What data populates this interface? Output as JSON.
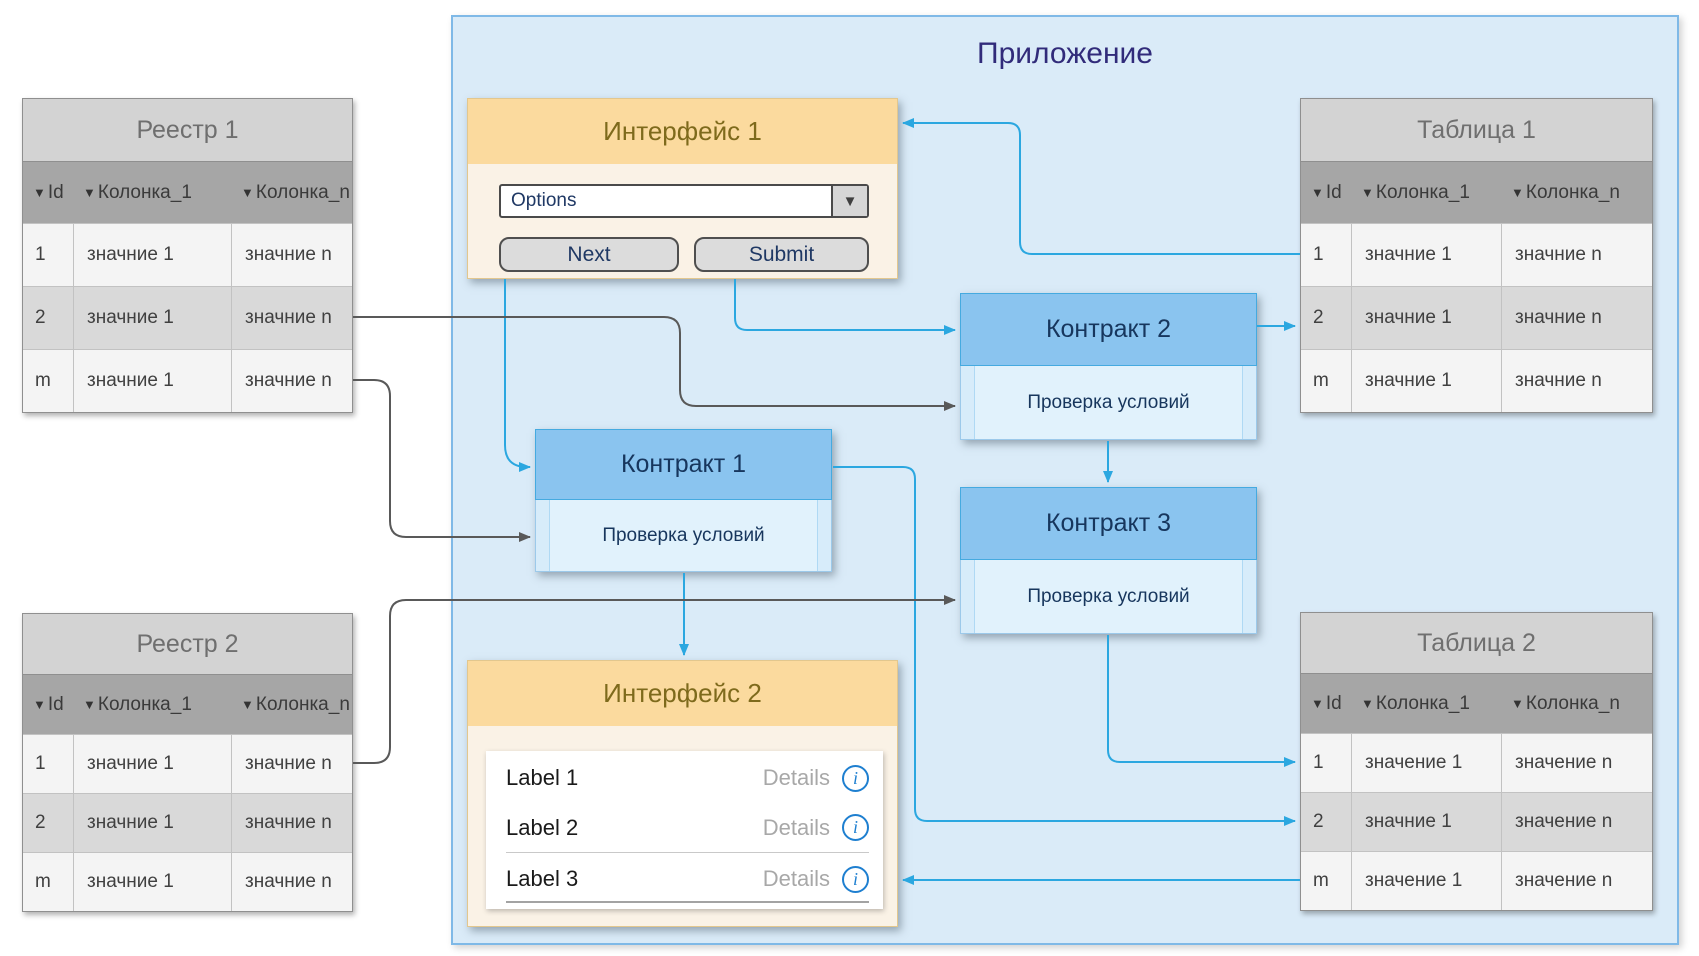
{
  "app": {
    "title": "Приложение"
  },
  "tables": {
    "reestr1": {
      "title": "Реестр 1",
      "columns": [
        {
          "sort_icon": "▼",
          "label": "Id"
        },
        {
          "sort_icon": "▼",
          "label": "Колонка_1"
        },
        {
          "sort_icon": "▼",
          "label": "Колонка_n"
        }
      ],
      "rows": [
        [
          "1",
          "значние 1",
          "значние n"
        ],
        [
          "2",
          "значние 1",
          "значние n"
        ],
        [
          "m",
          "значние 1",
          "значние n"
        ]
      ]
    },
    "reestr2": {
      "title": "Реестр 2",
      "columns": [
        {
          "sort_icon": "▼",
          "label": "Id"
        },
        {
          "sort_icon": "▼",
          "label": "Колонка_1"
        },
        {
          "sort_icon": "▼",
          "label": "Колонка_n"
        }
      ],
      "rows": [
        [
          "1",
          "значние 1",
          "значние n"
        ],
        [
          "2",
          "значние 1",
          "значние n"
        ],
        [
          "m",
          "значние 1",
          "значние n"
        ]
      ]
    },
    "tablica1": {
      "title": "Таблица 1",
      "columns": [
        {
          "sort_icon": "▼",
          "label": "Id"
        },
        {
          "sort_icon": "▼",
          "label": "Колонка_1"
        },
        {
          "sort_icon": "▼",
          "label": "Колонка_n"
        }
      ],
      "rows": [
        [
          "1",
          "значние 1",
          "значние n"
        ],
        [
          "2",
          "значние 1",
          "значние n"
        ],
        [
          "m",
          "значние 1",
          "значние n"
        ]
      ]
    },
    "tablica2": {
      "title": "Таблица 2",
      "columns": [
        {
          "sort_icon": "▼",
          "label": "Id"
        },
        {
          "sort_icon": "▼",
          "label": "Колонка_1"
        },
        {
          "sort_icon": "▼",
          "label": "Колонка_n"
        }
      ],
      "rows": [
        [
          "1",
          "значение 1",
          "значение n"
        ],
        [
          "2",
          "значние 1",
          "значение n"
        ],
        [
          "m",
          "значение 1",
          "значение n"
        ]
      ]
    }
  },
  "interface1": {
    "title": "Интерфейс 1",
    "select_value": "Options",
    "dropdown_glyph": "▼",
    "next_label": "Next",
    "submit_label": "Submit"
  },
  "interface2": {
    "title": "Интерфейс 2",
    "info_glyph": "i",
    "rows": [
      {
        "label": "Label 1",
        "action": "Details"
      },
      {
        "label": "Label 2",
        "action": "Details"
      },
      {
        "label": "Label 3",
        "action": "Details"
      }
    ]
  },
  "contracts": [
    {
      "title": "Контракт 1",
      "body": "Проверка условий"
    },
    {
      "title": "Контракт 2",
      "body": "Проверка условий"
    },
    {
      "title": "Контракт 3",
      "body": "Проверка условий"
    }
  ],
  "colors": {
    "accent_blue": "#2BA7E0",
    "connector_gray": "#595959",
    "container_fill": "#DAEBF8",
    "container_border": "#7FB9E7",
    "orange_header": "#FBDA9E",
    "contract_header": "#8AC4EF",
    "table_header_gray": "#A6A6A6",
    "row_dark": "#D9D9D9",
    "row_light": "#F4F4F4",
    "navy_text": "#1F3864",
    "title_purple": "#312B7A",
    "info_blue": "#1E7FD0"
  }
}
